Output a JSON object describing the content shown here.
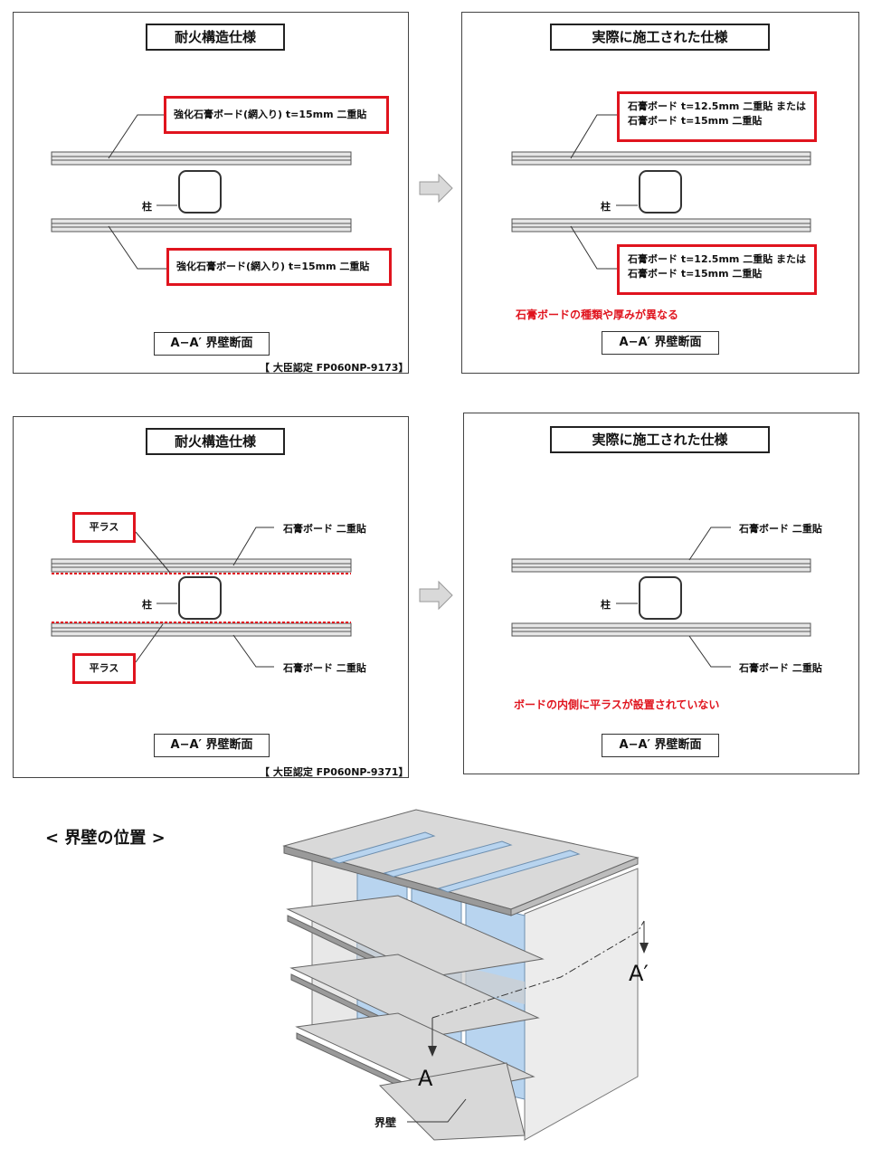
{
  "top": {
    "left": {
      "title": "耐火構造仕様",
      "board_upper": "強化石膏ボード(網入り) t=15mm 二重貼",
      "board_lower": "強化石膏ボード(網入り) t=15mm 二重貼",
      "column": "柱",
      "section": "A−A′ 界壁断面",
      "cert": "【 大臣認定 FP060NP-9173】"
    },
    "right": {
      "title": "実際に施工された仕様",
      "board_upper_1": "石膏ボード t=12.5mm 二重貼 または",
      "board_upper_2": "石膏ボード t=15mm 二重貼",
      "board_lower_1": "石膏ボード t=12.5mm 二重貼 または",
      "board_lower_2": "石膏ボード t=15mm 二重貼",
      "column": "柱",
      "note": "石膏ボードの種類や厚みが異なる",
      "section": "A−A′ 界壁断面"
    }
  },
  "middle": {
    "left": {
      "title": "耐火構造仕様",
      "lath_upper": "平ラス",
      "lath_lower": "平ラス",
      "board_upper": "石膏ボード 二重貼",
      "board_lower": "石膏ボード 二重貼",
      "column": "柱",
      "section": "A−A′ 界壁断面",
      "cert": "【 大臣認定 FP060NP-9371】"
    },
    "right": {
      "title": "実際に施工された仕様",
      "board_upper": "石膏ボード 二重貼",
      "board_lower": "石膏ボード 二重貼",
      "column": "柱",
      "note": "ボードの内側に平ラスが設置されていない",
      "section": "A−A′ 界壁断面"
    }
  },
  "location": {
    "title": "< 界壁の位置 >",
    "label_a": "A",
    "label_a_prime": "A′",
    "wall_label": "界壁"
  },
  "colors": {
    "accent_red": "#e0141e",
    "wall_blue": "#b8d4ef",
    "floor_gray": "#9a9a9a"
  }
}
